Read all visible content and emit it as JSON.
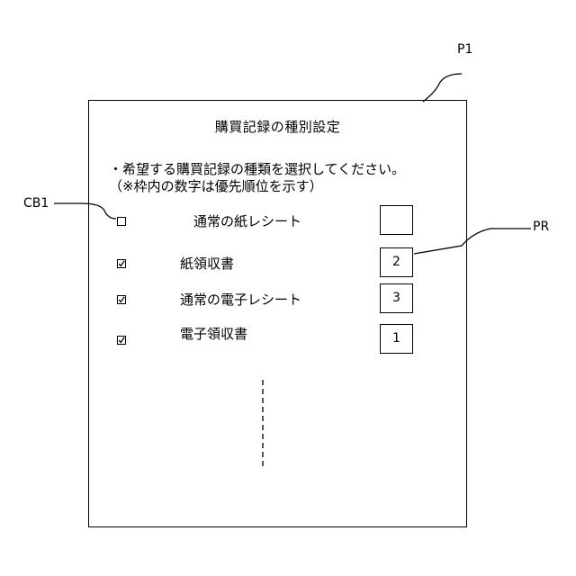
{
  "figure": {
    "ref_p1": "P1",
    "ref_cb1": "CB1",
    "ref_pr": "PR"
  },
  "screen": {
    "title": "購買記録の種別設定",
    "instruction_line1": "・希望する購買記録の種類を選択してください。",
    "instruction_line2": "（※枠内の数字は優先順位を示す）",
    "options": [
      {
        "label": "通常の紙レシート",
        "checked": false,
        "priority": ""
      },
      {
        "label": "紙領収書",
        "checked": true,
        "priority": "2"
      },
      {
        "label": "通常の電子レシート",
        "checked": true,
        "priority": "3"
      },
      {
        "label": "電子領収書",
        "checked": true,
        "priority": "1"
      }
    ]
  }
}
